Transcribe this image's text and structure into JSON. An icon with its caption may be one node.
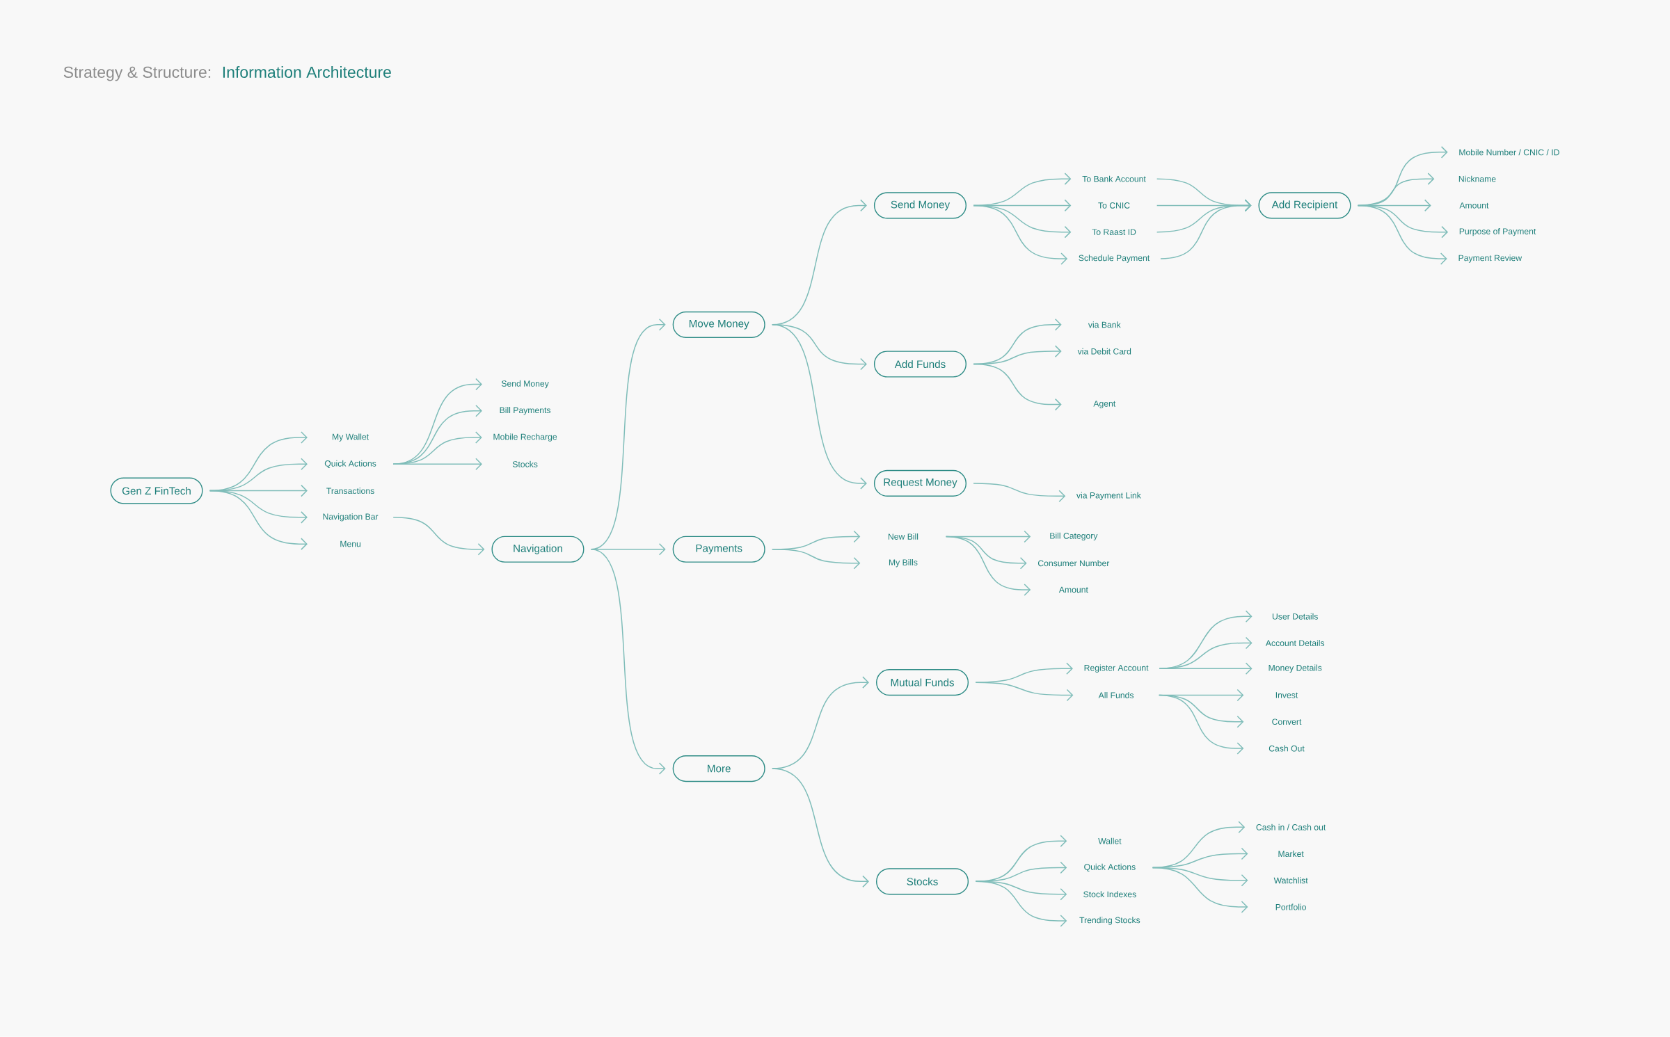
{
  "diagram": {
    "title": "Information Architecture",
    "nodes": [
      {
        "text": [
          "Gen Z FinTech"
        ]
      },
      {
        "text": [
          "My Wallet"
        ]
      },
      {
        "text": [
          "Quick Actions"
        ]
      },
      {
        "text": [
          "Transactions"
        ]
      },
      {
        "text": [
          "Navigation Bar"
        ]
      },
      {
        "text": [
          "Menu"
        ]
      },
      {
        "text": [
          "Send Money"
        ]
      },
      {
        "text": [
          "Bill Payments"
        ]
      },
      {
        "text": [
          "Mobile Recharge"
        ]
      },
      {
        "text": [
          "Stocks"
        ]
      },
      {
        "text": [
          "Navigation"
        ]
      },
      {
        "text": [
          "Move Money"
        ]
      },
      {
        "text": [
          "Payments"
        ]
      },
      {
        "text": [
          "More"
        ]
      },
      {
        "text": [
          "Send Money"
        ]
      },
      {
        "text": [
          "Add Funds"
        ]
      },
      {
        "text": [
          "Request Money"
        ]
      },
      {
        "text": [
          "To Bank Account"
        ]
      },
      {
        "text": [
          "To CNIC"
        ]
      },
      {
        "text": [
          "To Raast ID"
        ]
      },
      {
        "text": [
          "Schedule Payment"
        ]
      },
      {
        "text": [
          "Add Recipient"
        ]
      },
      {
        "text": [
          "Mobile Number / CNIC / ID"
        ]
      },
      {
        "text": [
          "Nickname"
        ]
      },
      {
        "text": [
          "Amount"
        ]
      },
      {
        "text": [
          "Purpose of Payment"
        ]
      },
      {
        "text": [
          "Payment Review"
        ]
      },
      {
        "text": [
          "via Bank"
        ]
      },
      {
        "text": [
          "via Debit Card"
        ]
      },
      {
        "text": [
          "Agent"
        ]
      },
      {
        "text": [
          "via Payment Link"
        ]
      },
      {
        "text": [
          "New Bill"
        ]
      },
      {
        "text": [
          "My Bills"
        ]
      },
      {
        "text": [
          "Bill Category"
        ]
      },
      {
        "text": [
          "Consumer Number"
        ]
      },
      {
        "text": [
          "Amount"
        ]
      },
      {
        "text": [
          "Mutual Funds"
        ]
      },
      {
        "text": [
          "Register Account"
        ]
      },
      {
        "text": [
          "All Funds"
        ]
      },
      {
        "text": [
          "User Details"
        ]
      },
      {
        "text": [
          "Account Details"
        ]
      },
      {
        "text": [
          "Money Details"
        ]
      },
      {
        "text": [
          "Invest"
        ]
      },
      {
        "text": [
          "Convert"
        ]
      },
      {
        "text": [
          "Cash Out"
        ]
      },
      {
        "text": [
          "Stocks"
        ]
      },
      {
        "text": [
          "Wallet"
        ]
      },
      {
        "text": [
          "Quick Actions"
        ]
      },
      {
        "text": [
          "Stock Indexes"
        ]
      },
      {
        "text": [
          "Trending Stocks"
        ]
      },
      {
        "text": [
          "Cash in / Cash out"
        ]
      },
      {
        "text": [
          "Market"
        ]
      },
      {
        "text": [
          "Watchlist"
        ]
      },
      {
        "text": [
          "Portfolio"
        ]
      }
    ],
    "edges": [
      {
        "from": 0,
        "to": 1,
        "arrow": "to"
      },
      {
        "from": 0,
        "to": 2,
        "arrow": "to"
      },
      {
        "from": 0,
        "to": 3,
        "arrow": "to"
      },
      {
        "from": 0,
        "to": 4,
        "arrow": "to"
      },
      {
        "from": 0,
        "to": 5,
        "arrow": "to"
      },
      {
        "from": 2,
        "to": 6,
        "arrow": "to"
      },
      {
        "from": 2,
        "to": 7,
        "arrow": "to"
      },
      {
        "from": 2,
        "to": 8,
        "arrow": "to"
      },
      {
        "from": 2,
        "to": 9,
        "arrow": "to"
      },
      {
        "from": 4,
        "to": 10,
        "arrow": "to"
      },
      {
        "from": 10,
        "to": 11,
        "arrow": "to"
      },
      {
        "from": 10,
        "to": 12,
        "arrow": "to"
      },
      {
        "from": 10,
        "to": 13,
        "arrow": "to"
      },
      {
        "from": 11,
        "to": 14,
        "arrow": "to"
      },
      {
        "from": 11,
        "to": 15,
        "arrow": "to"
      },
      {
        "from": 11,
        "to": 16,
        "arrow": "to"
      },
      {
        "from": 14,
        "to": 17,
        "arrow": "to"
      },
      {
        "from": 14,
        "to": 18,
        "arrow": "to"
      },
      {
        "from": 14,
        "to": 19,
        "arrow": "to"
      },
      {
        "from": 14,
        "to": 20,
        "arrow": "to"
      },
      {
        "from": 17,
        "to": 21,
        "arrow": "to"
      },
      {
        "from": 18,
        "to": 21,
        "arrow": "to"
      },
      {
        "from": 19,
        "to": 21,
        "arrow": "to"
      },
      {
        "from": 20,
        "to": 21,
        "arrow": "to"
      },
      {
        "from": 21,
        "to": 22,
        "arrow": "to"
      },
      {
        "from": 21,
        "to": 23,
        "arrow": "to"
      },
      {
        "from": 21,
        "to": 24,
        "arrow": "to"
      },
      {
        "from": 21,
        "to": 25,
        "arrow": "to"
      },
      {
        "from": 21,
        "to": 26,
        "arrow": "to"
      },
      {
        "from": 15,
        "to": 27,
        "arrow": "to"
      },
      {
        "from": 15,
        "to": 28,
        "arrow": "to"
      },
      {
        "from": 15,
        "to": 29,
        "arrow": "to"
      },
      {
        "from": 16,
        "to": 30,
        "arrow": "to"
      },
      {
        "from": 12,
        "to": 31,
        "arrow": "to"
      },
      {
        "from": 12,
        "to": 32,
        "arrow": "to"
      },
      {
        "from": 31,
        "to": 33,
        "arrow": "to"
      },
      {
        "from": 31,
        "to": 34,
        "arrow": "to"
      },
      {
        "from": 31,
        "to": 35,
        "arrow": "to"
      },
      {
        "from": 13,
        "to": 36,
        "arrow": "to"
      },
      {
        "from": 13,
        "to": 45,
        "arrow": "to"
      },
      {
        "from": 36,
        "to": 37,
        "arrow": "to"
      },
      {
        "from": 36,
        "to": 38,
        "arrow": "to"
      },
      {
        "from": 37,
        "to": 39,
        "arrow": "to"
      },
      {
        "from": 37,
        "to": 40,
        "arrow": "to"
      },
      {
        "from": 37,
        "to": 41,
        "arrow": "to"
      },
      {
        "from": 38,
        "to": 42,
        "arrow": "to"
      },
      {
        "from": 38,
        "to": 43,
        "arrow": "to"
      },
      {
        "from": 38,
        "to": 44,
        "arrow": "to"
      },
      {
        "from": 45,
        "to": 46,
        "arrow": "to"
      },
      {
        "from": 45,
        "to": 47,
        "arrow": "to"
      },
      {
        "from": 45,
        "to": 48,
        "arrow": "to"
      },
      {
        "from": 45,
        "to": 49,
        "arrow": "to"
      },
      {
        "from": 47,
        "to": 50,
        "arrow": "to"
      },
      {
        "from": 47,
        "to": 51,
        "arrow": "to"
      },
      {
        "from": 47,
        "to": 52,
        "arrow": "to"
      },
      {
        "from": 47,
        "to": 53,
        "arrow": "to"
      }
    ],
    "labels": [
      "Strategy & Structure:"
    ]
  }
}
